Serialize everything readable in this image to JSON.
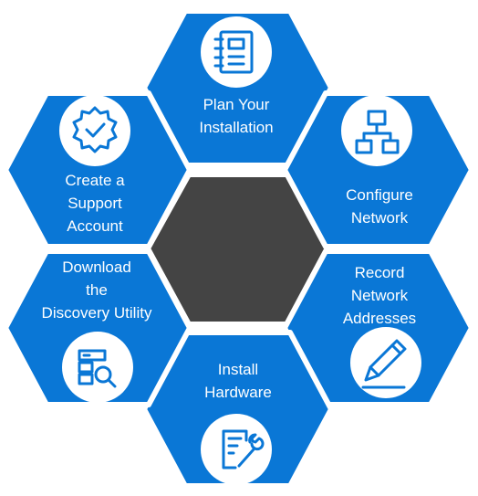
{
  "colors": {
    "hex_blue": "#0a77d6",
    "hex_center": "#444444",
    "icon_bg": "#ffffff",
    "text": "#ffffff"
  },
  "steps": {
    "plan": {
      "lines": [
        "Plan Your",
        "Installation"
      ],
      "icon": "notebook-icon"
    },
    "configure": {
      "lines": [
        "Configure",
        "Network"
      ],
      "icon": "network-icon"
    },
    "record": {
      "lines": [
        "Record",
        "Network",
        "Addresses"
      ],
      "icon": "pencil-icon"
    },
    "install": {
      "lines": [
        "Install",
        "Hardware"
      ],
      "icon": "document-wrench-icon"
    },
    "download": {
      "lines": [
        "Download",
        "the",
        "Discovery Utility"
      ],
      "icon": "server-search-icon"
    },
    "support": {
      "lines": [
        "Create a",
        "Support",
        "Account"
      ],
      "icon": "verified-badge-icon"
    }
  }
}
